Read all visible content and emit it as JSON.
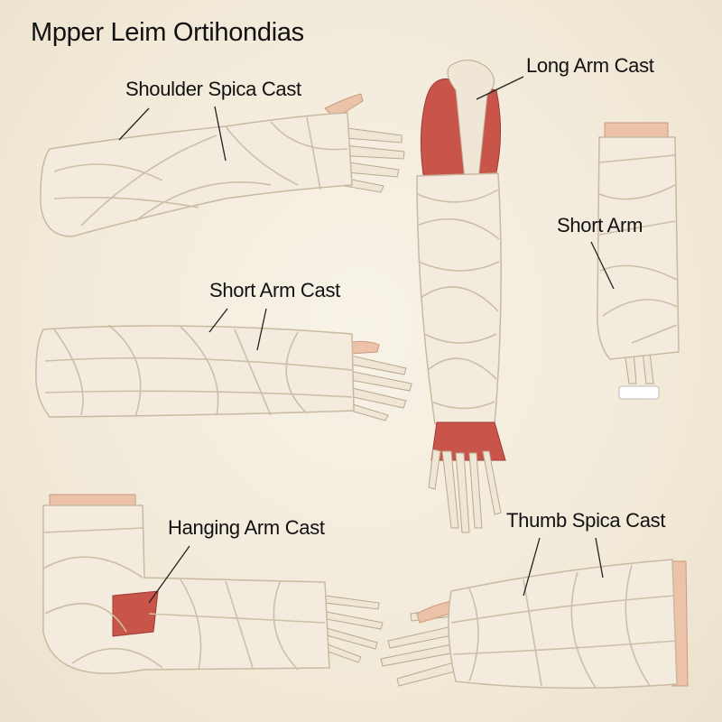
{
  "title": "Mpper Leim Ortihondias",
  "labels": {
    "shoulder_spica": "Shoulder Spica Cast",
    "long_arm": "Long Arm Cast",
    "short_arm_right": "Short Arm",
    "short_arm_cast": "Short Arm Cast",
    "hanging_arm": "Hanging Arm Cast",
    "thumb_spica": "Thumb Spica Cast"
  },
  "colors": {
    "background": "#f3ebdc",
    "cast": "#f3ebdd",
    "muscle": "#c9544a",
    "bone": "#efe6d6"
  }
}
